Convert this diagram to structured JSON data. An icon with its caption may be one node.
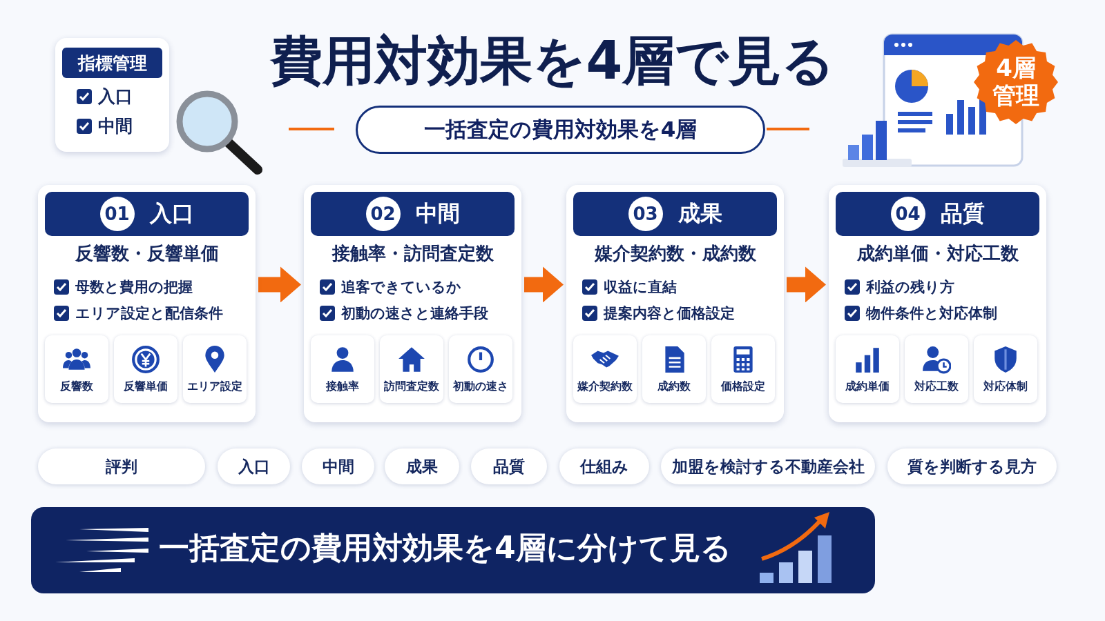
{
  "diagram": {
    "title": "費用対効果を4層で見る",
    "nodes": [
      {
        "text": [
          "指標管理",
          "入口",
          "中間"
        ]
      },
      {
        "text": [
          "一括査定の費用対効果を4層"
        ]
      },
      {
        "text": [
          "4層管理"
        ]
      },
      {
        "text": [
          "反響数・反響単価",
          "母数と費用の把握",
          "エリア設定と配信条件"
        ]
      },
      {
        "text": [
          "01",
          "入口"
        ],
        "in": 3
      },
      {
        "text": [
          "反響数"
        ],
        "in": 3
      },
      {
        "text": [
          "反響単価"
        ],
        "in": 3
      },
      {
        "text": [
          "エリア設定"
        ],
        "in": 3
      },
      {
        "text": [
          "接触率・訪問査定数",
          "追客できているか",
          "初動の速さと連絡手段"
        ]
      },
      {
        "text": [
          "02",
          "中間"
        ],
        "in": 8
      },
      {
        "text": [
          "接触率"
        ],
        "in": 8
      },
      {
        "text": [
          "訪問査定数"
        ],
        "in": 8
      },
      {
        "text": [
          "初動の速さ"
        ],
        "in": 8
      },
      {
        "text": [
          "媒介契約数・成約数",
          "収益に直結",
          "提案内容と価格設定"
        ]
      },
      {
        "text": [
          "03",
          "成果"
        ],
        "in": 13
      },
      {
        "text": [
          "媒介契約数"
        ],
        "in": 13
      },
      {
        "text": [
          "成約数"
        ],
        "in": 13
      },
      {
        "text": [
          "価格設定"
        ],
        "in": 13
      },
      {
        "text": [
          "成約単価・対応工数",
          "利益の残り方",
          "物件条件と対応体制"
        ]
      },
      {
        "text": [
          "04",
          "品質"
        ],
        "in": 18
      },
      {
        "text": [
          "成約単価"
        ],
        "in": 18
      },
      {
        "text": [
          "対応工数"
        ],
        "in": 18
      },
      {
        "text": [
          "対応体制"
        ],
        "in": 18
      },
      {
        "text": [
          "評判"
        ]
      },
      {
        "text": [
          "入口"
        ]
      },
      {
        "text": [
          "中間"
        ]
      },
      {
        "text": [
          "成果"
        ]
      },
      {
        "text": [
          "品質"
        ]
      },
      {
        "text": [
          "仕組み"
        ]
      },
      {
        "text": [
          "加盟を検討する不動産会社"
        ]
      },
      {
        "text": [
          "質を判断する見方"
        ]
      },
      {
        "text": [
          "一括査定の費用対効果を4層に分けて見る"
        ]
      }
    ],
    "edges": [
      {
        "from": 3,
        "to": 8,
        "arrow": "to"
      },
      {
        "from": 8,
        "to": 13,
        "arrow": "to"
      },
      {
        "from": 13,
        "to": 18,
        "arrow": "to"
      }
    ]
  }
}
